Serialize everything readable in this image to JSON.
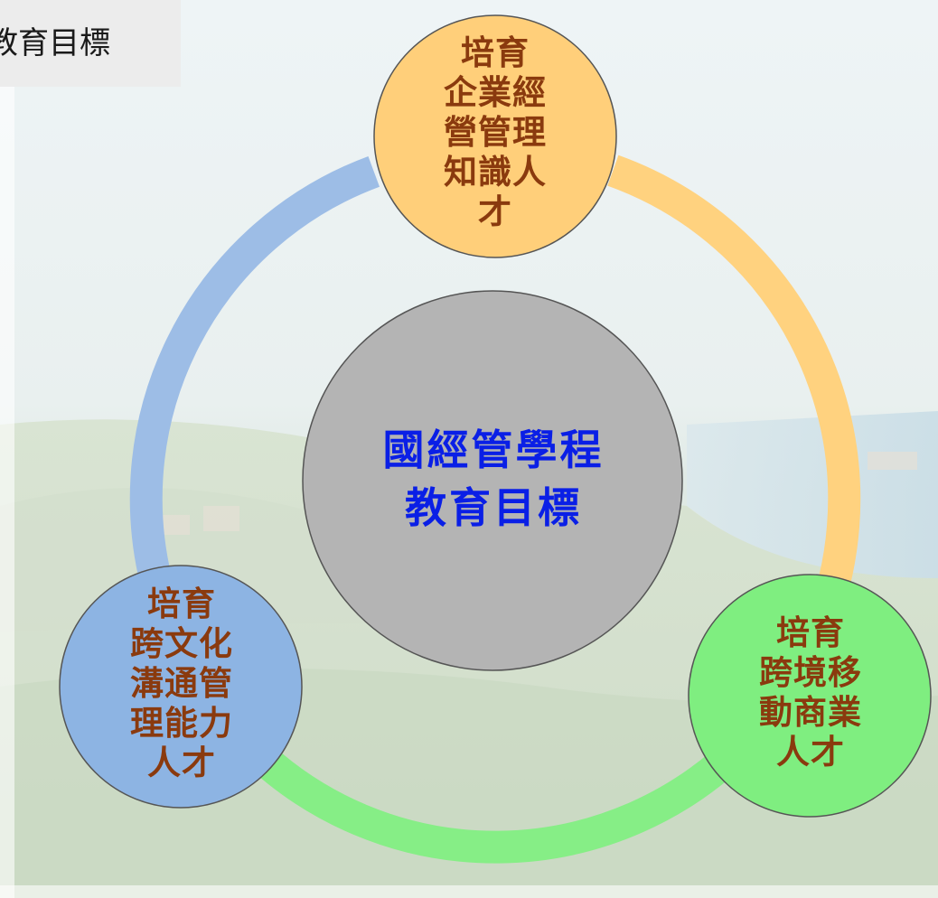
{
  "header_tag": "教育目標",
  "diagram": {
    "center": {
      "text": "國經管學程\n教育目標",
      "fill": "#b4b4b4",
      "text_color": "#0a1fe6"
    },
    "nodes": [
      {
        "id": "top",
        "text": "培育\n企業經\n營管理\n知識人\n才",
        "fill": "#ffcf7a",
        "text_color": "#8a3a0e"
      },
      {
        "id": "right",
        "text": "培育\n跨境移\n動商業\n人才",
        "fill": "#7fee80",
        "text_color": "#8a3a0e"
      },
      {
        "id": "left",
        "text": "培育\n跨文化\n溝通管\n理能力\n人才",
        "fill": "#8db4e3",
        "text_color": "#8a3a0e"
      }
    ],
    "ring_arcs": [
      {
        "from": "top",
        "to": "right",
        "color": "#ffd27f"
      },
      {
        "from": "right",
        "to": "left",
        "color": "#86ee86"
      },
      {
        "from": "left",
        "to": "top",
        "color": "#9dbde6"
      }
    ]
  }
}
